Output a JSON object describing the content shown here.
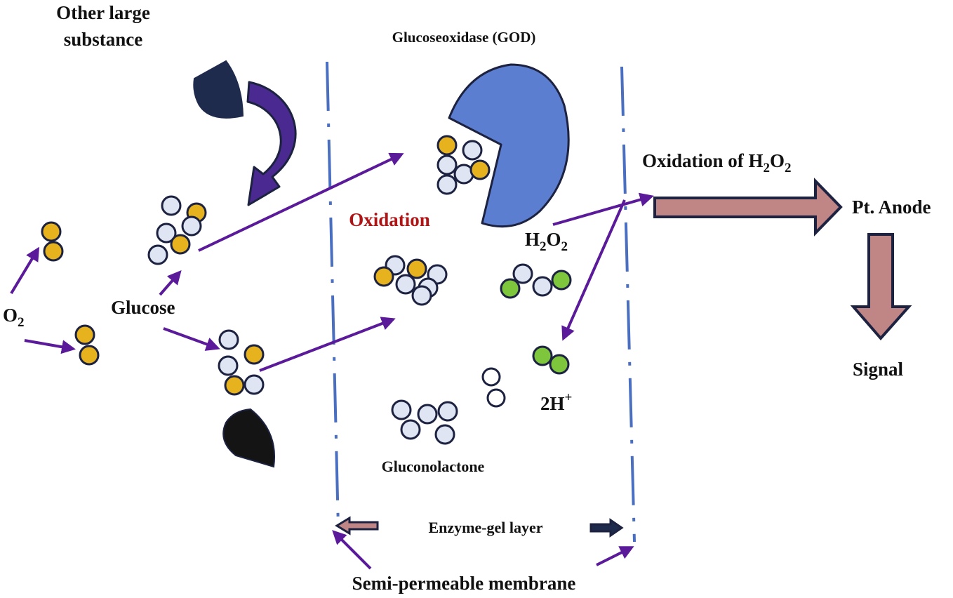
{
  "labels": {
    "other_large_line1": "Other large",
    "other_large_line2": "substance",
    "god": "Glucoseoxidase (GOD)",
    "oxidation": "Oxidation",
    "oxidation_h2o2_prefix": "Oxidation of H",
    "sub_2": "2",
    "o_letter": "O",
    "h_letter": "H",
    "pt_anode": "Pt. Anode",
    "signal": "Signal",
    "glucose": "Glucose",
    "gluconolactone": "Gluconolactone",
    "two_h": "2H",
    "plus": "+",
    "enzyme_gel": "Enzyme-gel layer",
    "semi_permeable": "Semi-permeable membrane"
  },
  "colors": {
    "arrow_purple": "#5a1a9a",
    "curved_arrow": "#4a2a90",
    "membrane_blue": "#4a6fc0",
    "god_blue": "#5c7ed0",
    "outline": "#1c2240",
    "glucose_fill": "#dfe5f2",
    "oxygen_gold": "#e6b21e",
    "green": "#7ec63c",
    "block_arrow": "#c08585",
    "dark_navy": "#1f2b4c",
    "black_shape": "#141414",
    "red_label": "#b01414"
  }
}
